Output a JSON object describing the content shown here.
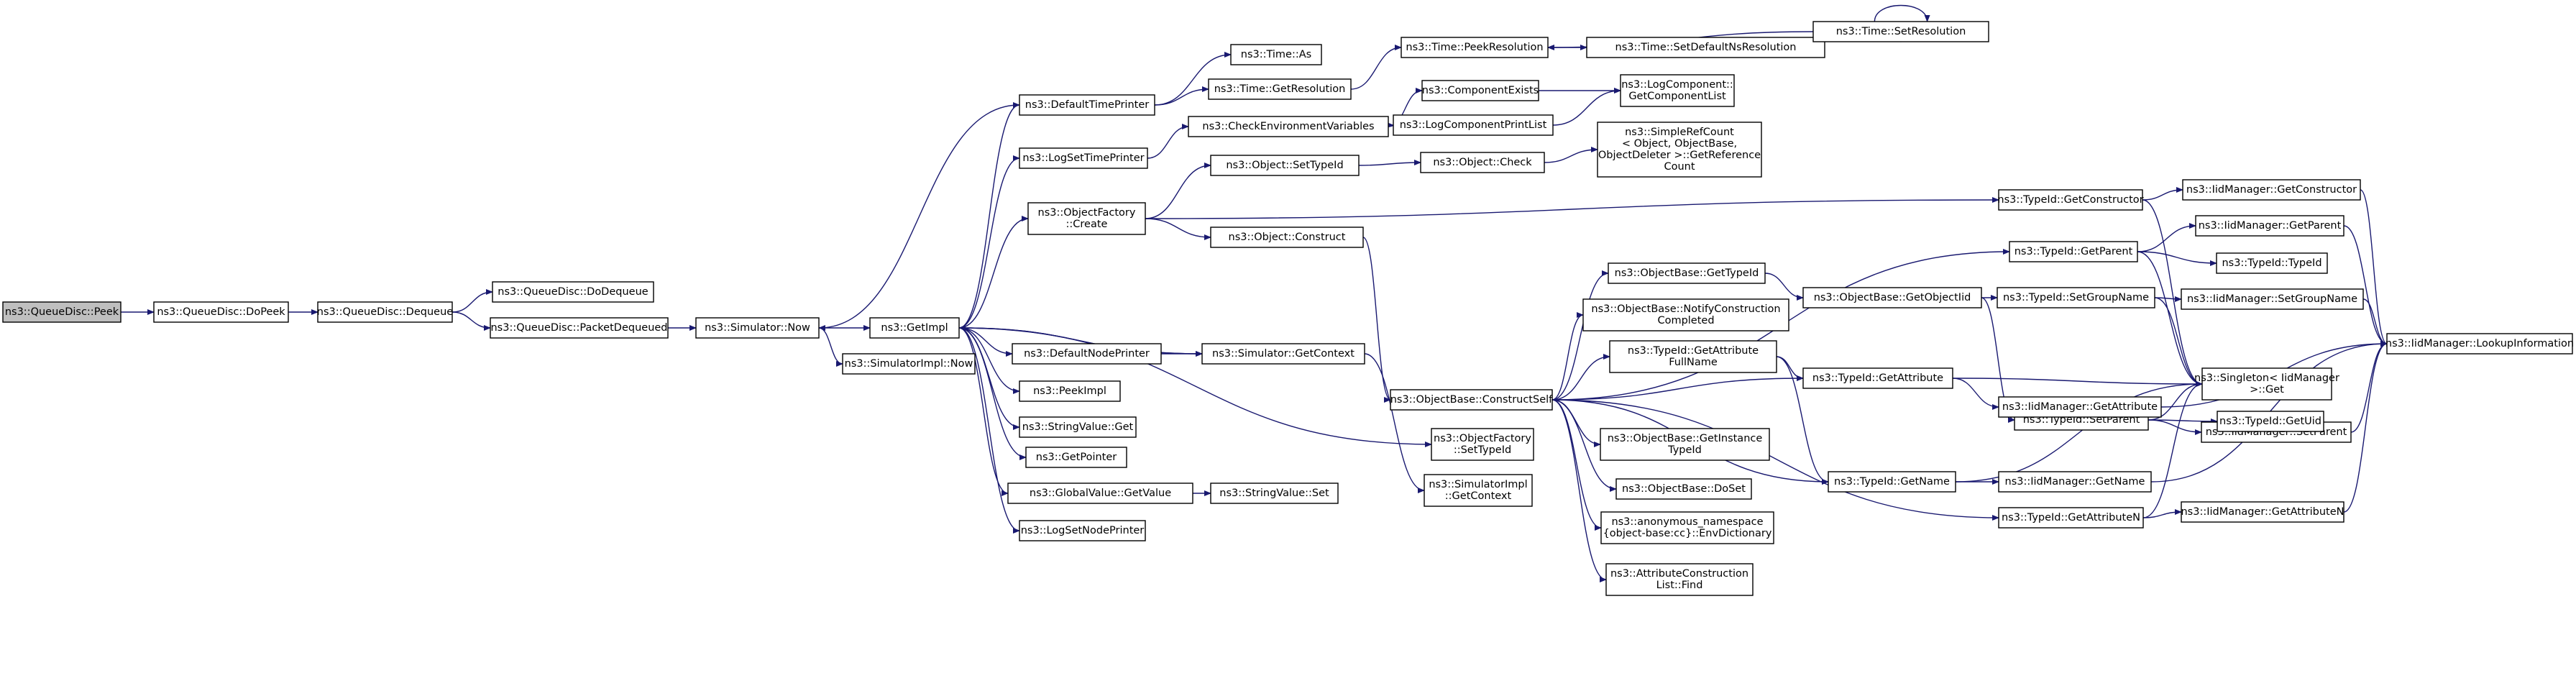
{
  "graph": {
    "title": "",
    "edge_color": "#191970",
    "root_fill": "#bfbfbf",
    "nodes": [
      {
        "id": "peek",
        "label": [
          "ns3::QueueDisc::Peek"
        ],
        "root": true
      },
      {
        "id": "dopeek",
        "label": [
          "ns3::QueueDisc::DoPeek"
        ]
      },
      {
        "id": "dequeue",
        "label": [
          "ns3::QueueDisc::Dequeue"
        ]
      },
      {
        "id": "dodequeue",
        "label": [
          "ns3::QueueDisc::DoDequeue"
        ]
      },
      {
        "id": "pktdeq",
        "label": [
          "ns3::QueueDisc::PacketDequeued"
        ]
      },
      {
        "id": "simnow",
        "label": [
          "ns3::Simulator::Now"
        ]
      },
      {
        "id": "getimpl",
        "label": [
          "ns3::GetImpl"
        ]
      },
      {
        "id": "simimplnow",
        "label": [
          "ns3::SimulatorImpl::Now"
        ]
      },
      {
        "id": "deftimeprinter",
        "label": [
          "ns3::DefaultTimePrinter"
        ]
      },
      {
        "id": "logsettime",
        "label": [
          "ns3::LogSetTimePrinter"
        ]
      },
      {
        "id": "objfactcreate",
        "label": [
          "ns3::ObjectFactory",
          "::Create"
        ]
      },
      {
        "id": "defnodeprinter",
        "label": [
          "ns3::DefaultNodePrinter"
        ]
      },
      {
        "id": "peekimpl",
        "label": [
          "ns3::PeekImpl"
        ]
      },
      {
        "id": "strvalget",
        "label": [
          "ns3::StringValue::Get"
        ]
      },
      {
        "id": "getpointer",
        "label": [
          "ns3::GetPointer"
        ]
      },
      {
        "id": "globalgetvalue",
        "label": [
          "ns3::GlobalValue::GetValue"
        ]
      },
      {
        "id": "logsetnode",
        "label": [
          "ns3::LogSetNodePrinter"
        ]
      },
      {
        "id": "timeas",
        "label": [
          "ns3::Time::As"
        ]
      },
      {
        "id": "timegetres",
        "label": [
          "ns3::Time::GetResolution"
        ]
      },
      {
        "id": "checkenv",
        "label": [
          "ns3::CheckEnvironmentVariables"
        ]
      },
      {
        "id": "objsettypeid",
        "label": [
          "ns3::Object::SetTypeId"
        ]
      },
      {
        "id": "objconstruct",
        "label": [
          "ns3::Object::Construct"
        ]
      },
      {
        "id": "simgetctx",
        "label": [
          "ns3::Simulator::GetContext"
        ]
      },
      {
        "id": "strvalset",
        "label": [
          "ns3::StringValue::Set"
        ]
      },
      {
        "id": "timepeekres",
        "label": [
          "ns3::Time::PeekResolution"
        ]
      },
      {
        "id": "timesetdefns",
        "label": [
          "ns3::Time::SetDefaultNsResolution"
        ]
      },
      {
        "id": "timesetres",
        "label": [
          "ns3::Time::SetResolution"
        ]
      },
      {
        "id": "compexists",
        "label": [
          "ns3::ComponentExists"
        ]
      },
      {
        "id": "logcompprint",
        "label": [
          "ns3::LogComponentPrintList"
        ]
      },
      {
        "id": "logcompget",
        "label": [
          "ns3::LogComponent::",
          "GetComponentList"
        ]
      },
      {
        "id": "objcheck",
        "label": [
          "ns3::Object::Check"
        ]
      },
      {
        "id": "simplerefcount",
        "label": [
          "ns3::SimpleRefCount",
          "< Object, ObjectBase,",
          " ObjectDeleter >::GetReference",
          "Count"
        ]
      },
      {
        "id": "ctorself",
        "label": [
          "ns3::ObjectBase::ConstructSelf"
        ]
      },
      {
        "id": "objfactsettypeid",
        "label": [
          "ns3::ObjectFactory",
          "::SetTypeId"
        ]
      },
      {
        "id": "simimplgetctx",
        "label": [
          "ns3::SimulatorImpl",
          "::GetContext"
        ]
      },
      {
        "id": "obgettypeid",
        "label": [
          "ns3::ObjectBase::GetTypeId"
        ]
      },
      {
        "id": "obnotify",
        "label": [
          "ns3::ObjectBase::NotifyConstruction",
          "Completed"
        ]
      },
      {
        "id": "tidgetattrfull",
        "label": [
          "ns3::TypeId::GetAttribute",
          "FullName"
        ]
      },
      {
        "id": "obgetinst",
        "label": [
          "ns3::ObjectBase::GetInstance",
          "TypeId"
        ]
      },
      {
        "id": "obdoset",
        "label": [
          "ns3::ObjectBase::DoSet"
        ]
      },
      {
        "id": "anonenv",
        "label": [
          "ns3::anonymous_namespace",
          "{object-base:cc}::EnvDictionary"
        ]
      },
      {
        "id": "attrconstfind",
        "label": [
          "ns3::AttributeConstruction",
          "List::Find"
        ]
      },
      {
        "id": "obgetobjtid",
        "label": [
          "ns3::ObjectBase::GetObjectIid"
        ]
      },
      {
        "id": "tidgetattr",
        "label": [
          "ns3::TypeId::GetAttribute"
        ]
      },
      {
        "id": "tidgetname",
        "label": [
          "ns3::TypeId::GetName"
        ]
      },
      {
        "id": "tidgetctor",
        "label": [
          "ns3::TypeId::GetConstructor"
        ]
      },
      {
        "id": "tidgetparent",
        "label": [
          "ns3::TypeId::GetParent"
        ]
      },
      {
        "id": "tidsetgroup",
        "label": [
          "ns3::TypeId::SetGroupName"
        ]
      },
      {
        "id": "tidsetparent",
        "label": [
          "ns3::TypeId::SetParent"
        ]
      },
      {
        "id": "tidgetattrn",
        "label": [
          "ns3::TypeId::GetAttributeN"
        ]
      },
      {
        "id": "iidgetattr",
        "label": [
          "ns3::IidManager::GetAttribute"
        ]
      },
      {
        "id": "iidgetname",
        "label": [
          "ns3::IidManager::GetName"
        ]
      },
      {
        "id": "iidgetattrn",
        "label": [
          "ns3::IidManager::GetAttributeN"
        ]
      },
      {
        "id": "iidgetctor",
        "label": [
          "ns3::IidManager::GetConstructor"
        ]
      },
      {
        "id": "iidgetparent",
        "label": [
          "ns3::IidManager::GetParent"
        ]
      },
      {
        "id": "tidtypeid",
        "label": [
          "ns3::TypeId::TypeId"
        ]
      },
      {
        "id": "iidsetgroup",
        "label": [
          "ns3::IidManager::SetGroupName"
        ]
      },
      {
        "id": "singleton",
        "label": [
          "ns3::Singleton< IidManager",
          " >::Get"
        ]
      },
      {
        "id": "iidsetparent",
        "label": [
          "ns3::IidManager::SetParent"
        ]
      },
      {
        "id": "tidgetuid",
        "label": [
          "ns3::TypeId::GetUid"
        ]
      },
      {
        "id": "iidlookup",
        "label": [
          "ns3::IidManager::LookupInformation"
        ]
      }
    ],
    "edges": [
      [
        "peek",
        "dopeek"
      ],
      [
        "dopeek",
        "dequeue"
      ],
      [
        "dequeue",
        "dodequeue"
      ],
      [
        "dequeue",
        "pktdeq"
      ],
      [
        "pktdeq",
        "simnow"
      ],
      [
        "simnow",
        "getimpl"
      ],
      [
        "simnow",
        "simimplnow"
      ],
      [
        "getimpl",
        "deftimeprinter"
      ],
      [
        "getimpl",
        "logsettime"
      ],
      [
        "getimpl",
        "objfactcreate"
      ],
      [
        "getimpl",
        "defnodeprinter"
      ],
      [
        "getimpl",
        "peekimpl"
      ],
      [
        "getimpl",
        "strvalget"
      ],
      [
        "getimpl",
        "getpointer"
      ],
      [
        "getimpl",
        "globalgetvalue"
      ],
      [
        "getimpl",
        "logsetnode"
      ],
      [
        "getimpl",
        "objfactsettypeid"
      ],
      [
        "getimpl",
        "simgetctx"
      ],
      [
        "deftimeprinter",
        "simnow"
      ],
      [
        "deftimeprinter",
        "timeas"
      ],
      [
        "deftimeprinter",
        "timegetres"
      ],
      [
        "logsettime",
        "checkenv"
      ],
      [
        "objfactcreate",
        "objsettypeid"
      ],
      [
        "objfactcreate",
        "objconstruct"
      ],
      [
        "objfactcreate",
        "tidgetctor"
      ],
      [
        "defnodeprinter",
        "simgetctx"
      ],
      [
        "simgetctx",
        "getimpl"
      ],
      [
        "simgetctx",
        "simimplgetctx"
      ],
      [
        "globalgetvalue",
        "strvalset"
      ],
      [
        "timegetres",
        "timepeekres"
      ],
      [
        "timepeekres",
        "timesetdefns"
      ],
      [
        "timesetdefns",
        "timesetres"
      ],
      [
        "timesetres",
        "timepeekres"
      ],
      [
        "timesetres",
        "timesetres"
      ],
      [
        "checkenv",
        "compexists"
      ],
      [
        "checkenv",
        "logcompprint"
      ],
      [
        "compexists",
        "logcompget"
      ],
      [
        "logcompprint",
        "logcompget"
      ],
      [
        "objsettypeid",
        "objcheck"
      ],
      [
        "objcheck",
        "simplerefcount"
      ],
      [
        "objconstruct",
        "ctorself"
      ],
      [
        "ctorself",
        "obgettypeid"
      ],
      [
        "ctorself",
        "obnotify"
      ],
      [
        "ctorself",
        "tidgetattrfull"
      ],
      [
        "ctorself",
        "obgetinst"
      ],
      [
        "ctorself",
        "obdoset"
      ],
      [
        "ctorself",
        "anonenv"
      ],
      [
        "ctorself",
        "attrconstfind"
      ],
      [
        "ctorself",
        "tidgetattr"
      ],
      [
        "ctorself",
        "tidgetname"
      ],
      [
        "ctorself",
        "tidgetparent"
      ],
      [
        "ctorself",
        "tidgetattrn"
      ],
      [
        "obgettypeid",
        "obgetobjtid"
      ],
      [
        "obgetobjtid",
        "tidsetgroup"
      ],
      [
        "obgetobjtid",
        "tidsetparent"
      ],
      [
        "tidgetattrfull",
        "tidgetattr"
      ],
      [
        "tidgetattrfull",
        "tidgetname"
      ],
      [
        "tidgetattr",
        "iidgetattr"
      ],
      [
        "tidgetattr",
        "singleton"
      ],
      [
        "tidgetname",
        "iidgetname"
      ],
      [
        "tidgetname",
        "singleton"
      ],
      [
        "tidgetattrn",
        "iidgetattrn"
      ],
      [
        "tidgetattrn",
        "singleton"
      ],
      [
        "tidgetctor",
        "iidgetctor"
      ],
      [
        "tidgetctor",
        "singleton"
      ],
      [
        "tidgetparent",
        "iidgetparent"
      ],
      [
        "tidgetparent",
        "tidtypeid"
      ],
      [
        "tidgetparent",
        "singleton"
      ],
      [
        "tidsetgroup",
        "iidsetgroup"
      ],
      [
        "tidsetgroup",
        "singleton"
      ],
      [
        "tidsetparent",
        "iidsetparent"
      ],
      [
        "tidsetparent",
        "tidgetuid"
      ],
      [
        "tidsetparent",
        "singleton"
      ],
      [
        "iidgetattr",
        "iidlookup"
      ],
      [
        "iidgetname",
        "iidlookup"
      ],
      [
        "iidgetattrn",
        "iidlookup"
      ],
      [
        "iidgetctor",
        "iidlookup"
      ],
      [
        "iidgetparent",
        "iidlookup"
      ],
      [
        "iidsetgroup",
        "iidlookup"
      ],
      [
        "iidsetparent",
        "iidlookup"
      ]
    ]
  }
}
